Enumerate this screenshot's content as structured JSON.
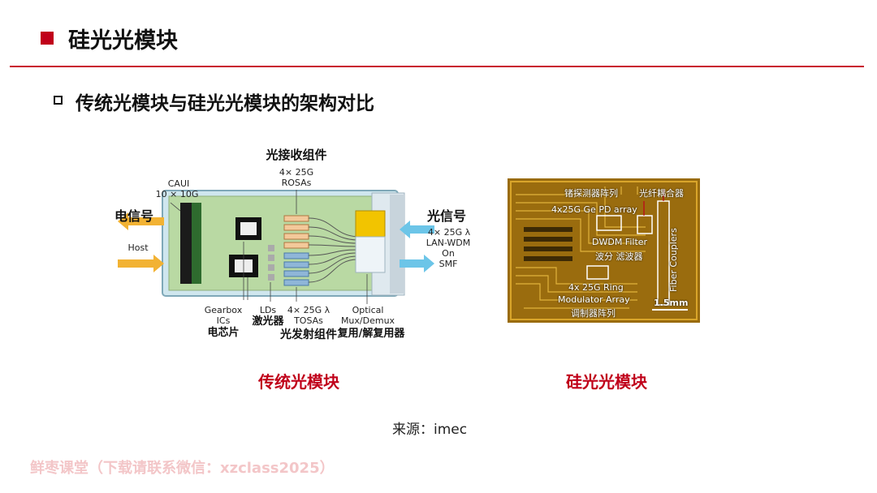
{
  "header": {
    "title": "硅光光模块"
  },
  "section": {
    "subtitle": "传统光模块与硅光光模块的架构对比"
  },
  "left_diagram": {
    "caui": "CAUI",
    "caui_rate": "10 × 10G",
    "electrical_signal": "电信号",
    "host": "Host",
    "rosa_title": "光接收组件",
    "rosa_rate": "4× 25G",
    "rosa_name": "ROSAs",
    "optical_signal": "光信号",
    "wdm_rate": "4× 25G λ",
    "wdm_name": "LAN-WDM",
    "wdm_on": "On",
    "wdm_smf": "SMF",
    "gearbox": "Gearbox",
    "ics": "ICs",
    "chip_cn": "电芯片",
    "lds": "LDs",
    "laser_cn": "激光器",
    "tosa_rate": "4× 25G λ",
    "tosa_name": "TOSAs",
    "tosa_cn": "光发射组件",
    "optical_title": "Optical",
    "mux": "Mux/Demux",
    "mux_cn": "复用/解复用器",
    "caption": "传统光模块"
  },
  "right_diagram": {
    "pd_cn": "锗探测器阵列",
    "coupler_cn": "光纤耦合器",
    "pd_en": "4x25G Ge PD array",
    "dwdm_en": "DWDM Filter",
    "dwdm_cn": "波分 滤波器",
    "ring_en": "4x 25G Ring",
    "modulator_en": "Modulator Array",
    "modulator_cn": "调制器阵列",
    "fiber_couplers": "Fiber Couplers",
    "scale": "1.5mm",
    "caption": "硅光光模块"
  },
  "footer": {
    "source": "来源：imec",
    "watermark": "鲜枣课堂（下载请联系微信：xzclass2025）"
  },
  "colors": {
    "accent": "#c0001a",
    "watermark": "#f3c6c8",
    "chip_bg": "#b8860b"
  }
}
